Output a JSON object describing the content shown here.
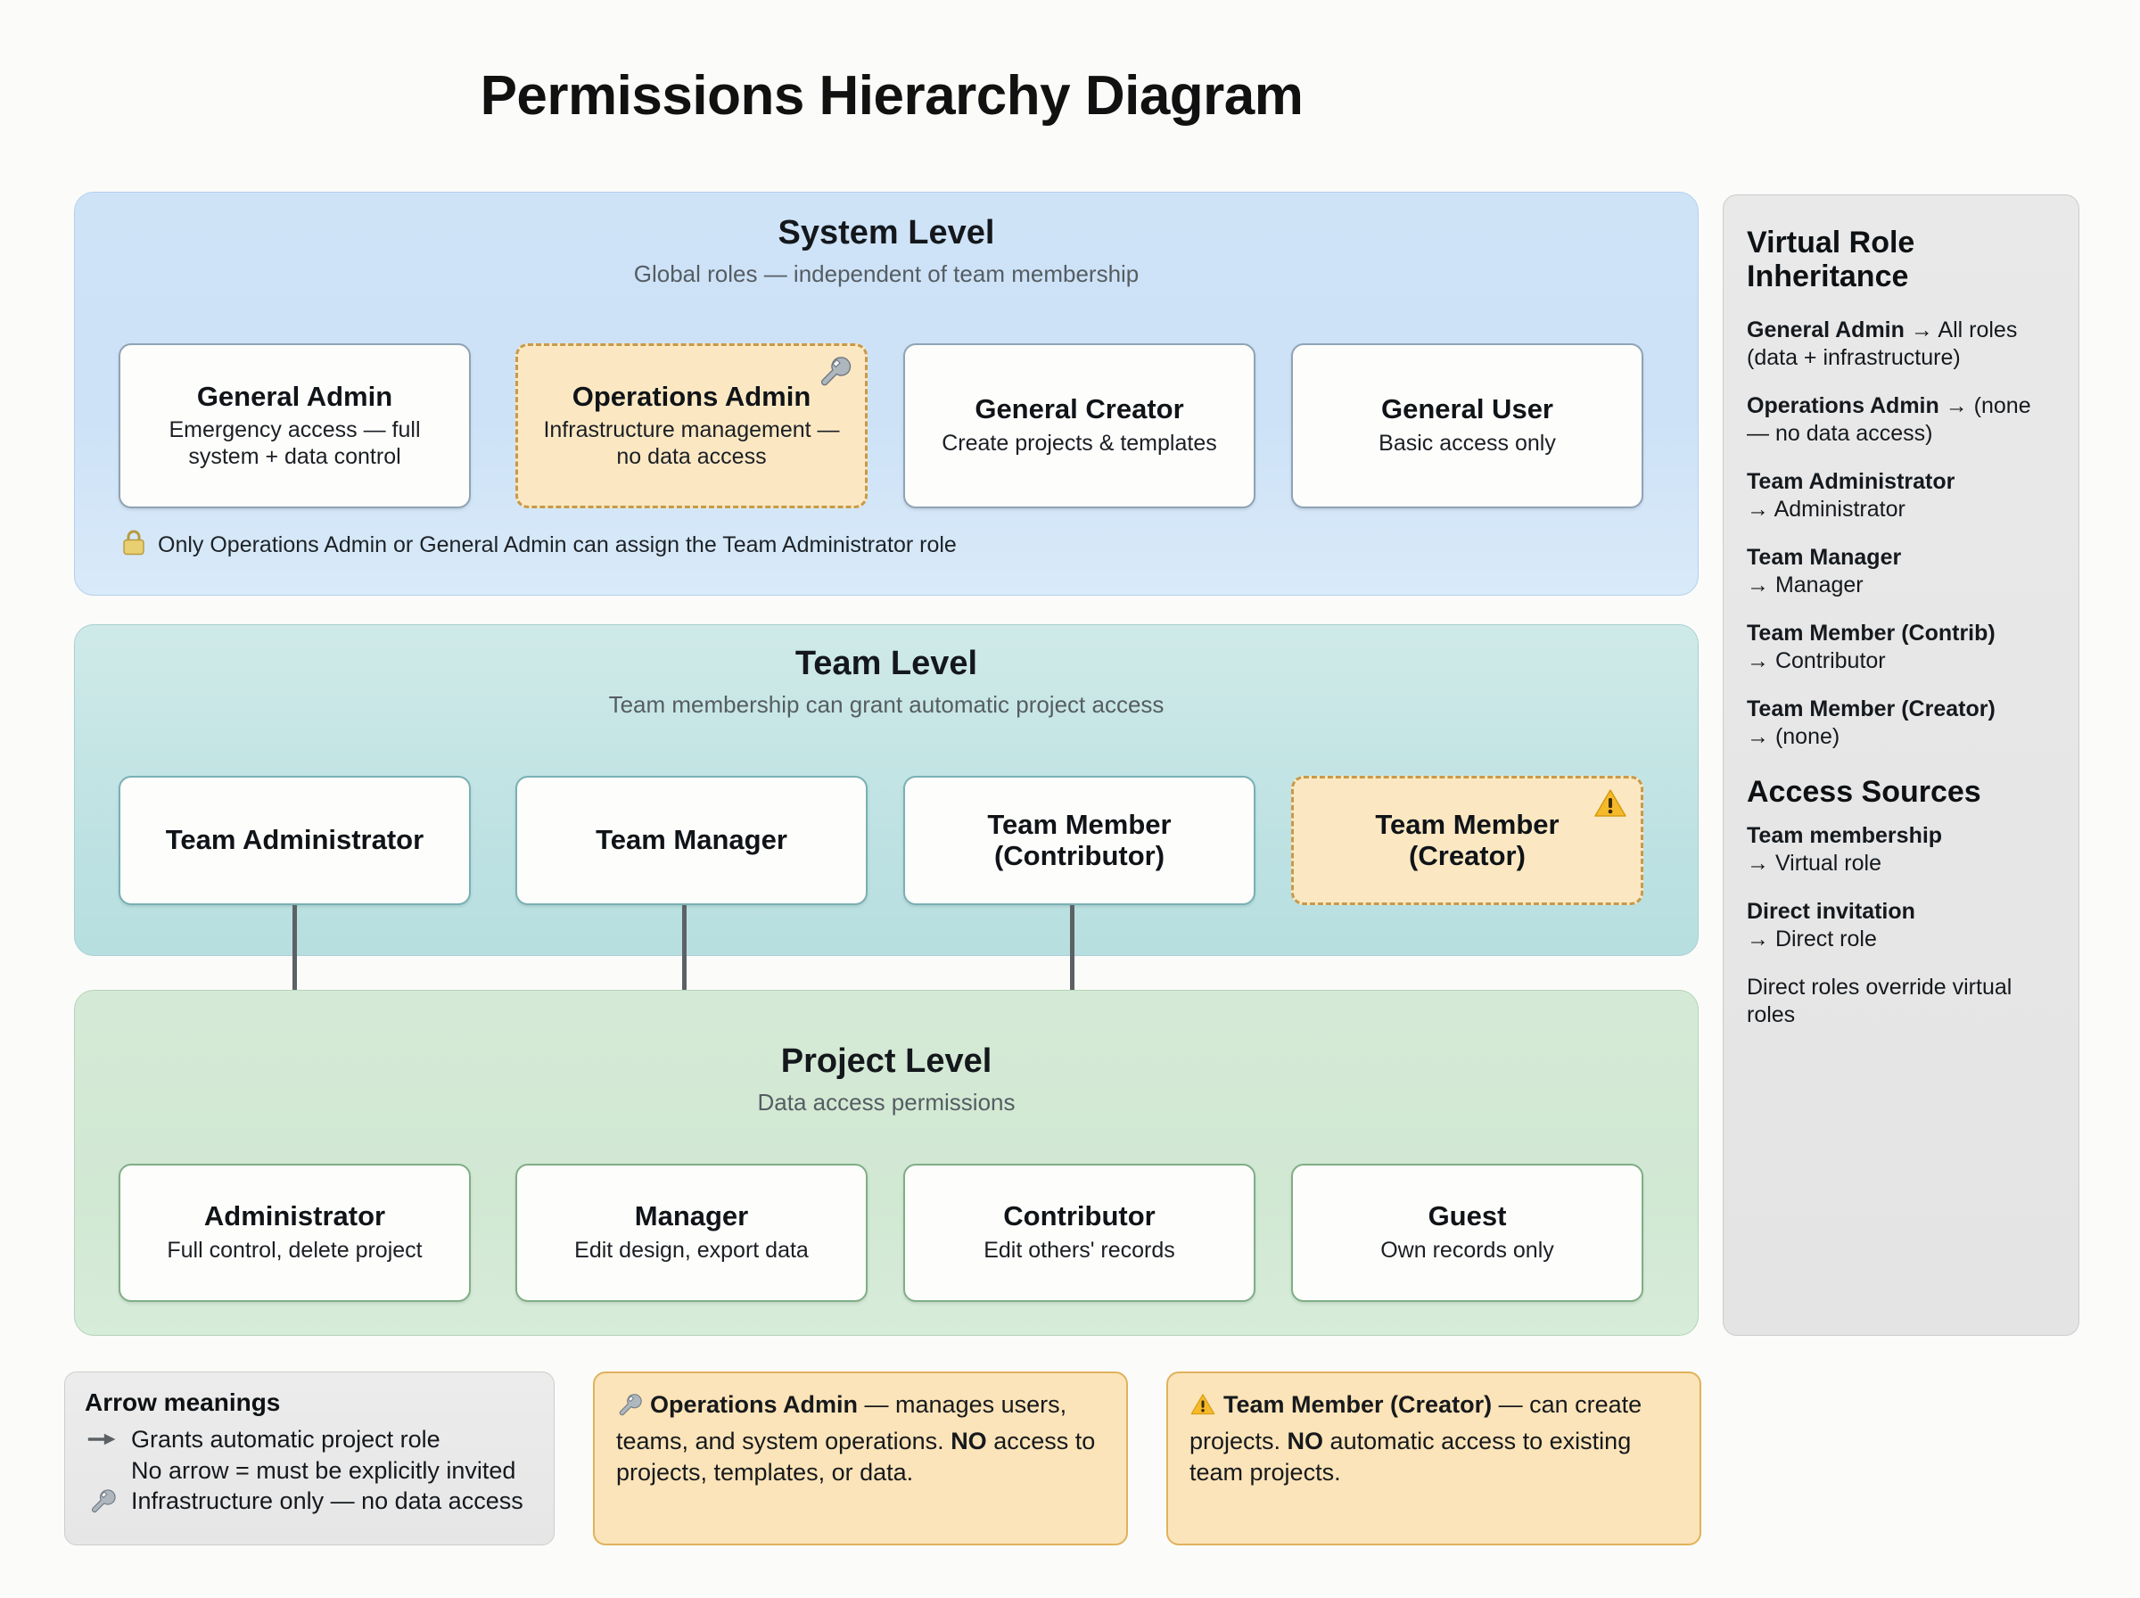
{
  "title": "Permissions Hierarchy Diagram",
  "levels": {
    "system": {
      "title": "System Level",
      "subtitle": "Global roles — independent of team membership",
      "note": "Only Operations Admin or General Admin can assign the Team Administrator role",
      "note_icon": "lock-icon",
      "cards": [
        {
          "name": "General Admin",
          "desc": "Emergency access — full system + data control",
          "icon": ""
        },
        {
          "name": "Operations Admin",
          "desc": "Infrastructure management — no data access",
          "icon": "wrench-icon"
        },
        {
          "name": "General Creator",
          "desc": "Create projects & templates",
          "icon": ""
        },
        {
          "name": "General User",
          "desc": "Basic access only",
          "icon": ""
        }
      ]
    },
    "team": {
      "title": "Team Level",
      "subtitle": "Team membership can grant automatic project access",
      "cards": [
        {
          "name": "Team Administrator",
          "desc": "",
          "icon": ""
        },
        {
          "name": "Team Manager",
          "desc": "",
          "icon": ""
        },
        {
          "name": "Team Member (Contributor)",
          "desc": "",
          "icon": ""
        },
        {
          "name": "Team Member (Creator)",
          "desc": "",
          "icon": "warning-icon"
        }
      ]
    },
    "project": {
      "title": "Project Level",
      "subtitle": "Data access permissions",
      "cards": [
        {
          "name": "Administrator",
          "desc": "Full control, delete project",
          "icon": ""
        },
        {
          "name": "Manager",
          "desc": "Edit design, export data",
          "icon": ""
        },
        {
          "name": "Contributor",
          "desc": "Edit others' records",
          "icon": ""
        },
        {
          "name": "Guest",
          "desc": "Own records only",
          "icon": ""
        }
      ]
    }
  },
  "arrows": [
    {
      "label": "grants",
      "from": "Team Administrator",
      "to": "Administrator"
    },
    {
      "label": "grants",
      "from": "Team Manager",
      "to": "Manager"
    },
    {
      "label": "grants",
      "from": "Team Member (Contributor)",
      "to": "Contributor"
    }
  ],
  "sidebar": {
    "inheritance_title": "Virtual Role Inheritance",
    "inheritance": [
      {
        "role": "General Admin",
        "maps_to": " → All roles (data + infrastructure)"
      },
      {
        "role": "Operations Admin",
        "maps_to": " → (none — no data access)"
      },
      {
        "role": "Team Administrator",
        "maps_to": "→ Administrator"
      },
      {
        "role": "Team Manager",
        "maps_to": "→ Manager"
      },
      {
        "role": "Team Member (Contrib)",
        "maps_to": "→ Contributor"
      },
      {
        "role": "Team Member (Creator)",
        "maps_to": "→ (none)"
      }
    ],
    "sources_title": "Access Sources",
    "sources": [
      {
        "role": "Team membership",
        "maps_to": "→ Virtual role"
      },
      {
        "role": "Direct invitation",
        "maps_to": "→ Direct role"
      }
    ],
    "sources_note": "Direct roles override virtual roles"
  },
  "legend": {
    "title": "Arrow meanings",
    "rows": [
      {
        "icon": "arrow-right-icon",
        "text": "Grants automatic project role"
      },
      {
        "icon": "",
        "text": "No arrow = must be explicitly invited"
      },
      {
        "icon": "wrench-icon",
        "text": "Infrastructure only — no data access"
      }
    ]
  },
  "callouts": [
    {
      "icon": "wrench-icon",
      "bold_lead": "Operations Admin",
      "text_1": " — manages users, teams, and system operations. ",
      "bold_mid": "NO",
      "text_2": " access to projects, templates, or data."
    },
    {
      "icon": "warning-icon",
      "bold_lead": "Team Member (Creator)",
      "text_1": " — can create projects. ",
      "bold_mid": "NO",
      "text_2": " automatic access to existing team projects."
    }
  ],
  "colors": {
    "system_band": "#cfe3f7",
    "team_band": "#c3e4e4",
    "project_band": "#d3e9d5",
    "highlight": "#fbe8c3",
    "highlight_border": "#c79a49",
    "arrow": "#5c6165",
    "sidebar": "#e7e7e7"
  }
}
